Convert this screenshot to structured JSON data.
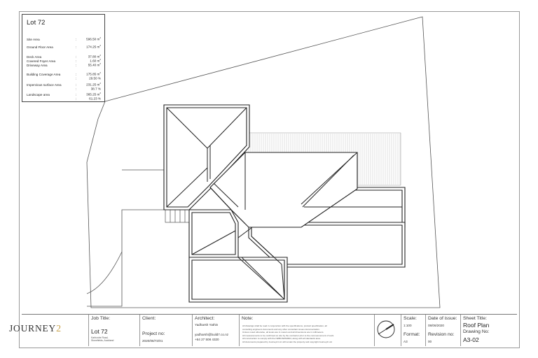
{
  "lot": {
    "title": "Lot 72",
    "rows": [
      {
        "label": "Site Area",
        "value": "596.50 m",
        "sup": "2"
      },
      {
        "label": "Ground Floor Area",
        "value": "174.25 m",
        "sup": "2"
      },
      {
        "label": "Deck Area",
        "value": "37.80 m",
        "sup": "2"
      },
      {
        "label": "Covered Foyer Area",
        "value": "1.60 m",
        "sup": "2"
      },
      {
        "label": "Driveway Area",
        "value": "55.40 m",
        "sup": "2"
      },
      {
        "label": "Building Coverage Area",
        "value": "175.85 m",
        "sup": "2"
      },
      {
        "label": "",
        "value": "29.50 %",
        "sup": ""
      },
      {
        "label": "Impervious surface Area",
        "value": "231.25 m",
        "sup": "2"
      },
      {
        "label": "",
        "value": "38.7 %",
        "sup": ""
      },
      {
        "label": "Landscape area",
        "value": "365.25 m",
        "sup": "2"
      },
      {
        "label": "",
        "value": "61.23 %",
        "sup": ""
      }
    ]
  },
  "titleblock": {
    "logo_word": "JOURNEY",
    "logo_num": "2",
    "job_title_label": "Job Title:",
    "job_title": "Lot 72",
    "job_address_1": "Karlsruhe Road,",
    "job_address_2": "Stonefields, Auckland",
    "client_label": "Client:",
    "project_no_label": "Project no:",
    "project_no": "2020/08/72/01",
    "architect_label": "Architect:",
    "architect_name": "Yadharsh Yathin",
    "architect_email": "yadharsh@build7.co.nz",
    "architect_phone": "+64 27 508 4320",
    "note_label": "Note:",
    "notes": [
      "All drawings shall be read in conjunction with the specifications, product specification, all",
      "consulting engineers documents and any other consultant issues documentation.",
      "Unless noted otherwise, all levels are in meters and all dimensions are in millimeters.",
      "All measurements to be confirmed on site by the contractor prior to the commencement of work.",
      "All construction to comply with the NZBC/NZS3604, along with all standards area.",
      "All documents prepared by Journey2 Ltd. will remain the property and copyright Journey2 Ltd."
    ],
    "scale_label": "Scale:",
    "scale": "1:100",
    "format_label": "Format:",
    "format": "A3",
    "date_label": "Date of issue:",
    "date": "08/06/2020",
    "revision_label": "Revision no:",
    "revision": "00",
    "sheet_title_label": "Sheet Title:",
    "sheet_title": "Roof Plan",
    "drawing_no_label": "Drawing No:",
    "drawing_no": "A3-02"
  }
}
